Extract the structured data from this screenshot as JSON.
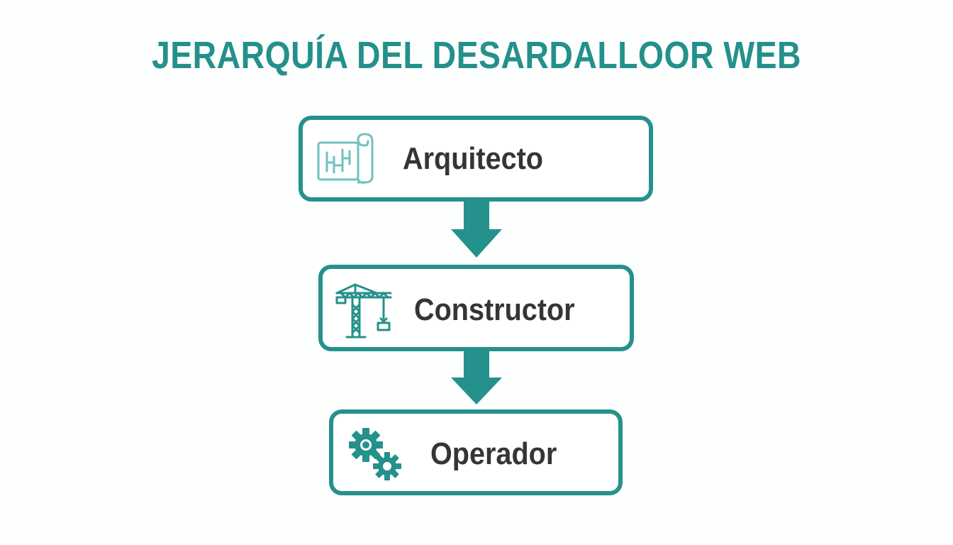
{
  "title": "JERARQUÍA DEL DESARDALLOOR WEB",
  "colors": {
    "accent": "#25918c",
    "text": "#333536",
    "background": "#fdfefe"
  },
  "levels": [
    {
      "label": "Arquitecto",
      "icon": "blueprint-icon"
    },
    {
      "label": "Constructor",
      "icon": "crane-icon"
    },
    {
      "label": "Operador",
      "icon": "gears-icon"
    }
  ]
}
